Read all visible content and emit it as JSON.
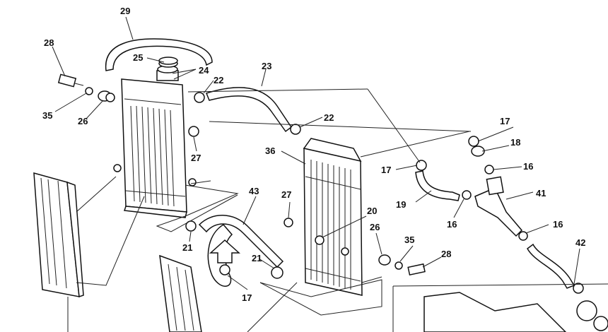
{
  "callouts": [
    {
      "id": "c29",
      "text": "29"
    },
    {
      "id": "c28a",
      "text": "28"
    },
    {
      "id": "c25",
      "text": "25"
    },
    {
      "id": "c24",
      "text": "24"
    },
    {
      "id": "c22a",
      "text": "22"
    },
    {
      "id": "c23",
      "text": "23"
    },
    {
      "id": "c35a",
      "text": "35"
    },
    {
      "id": "c26a",
      "text": "26"
    },
    {
      "id": "c27a",
      "text": "27"
    },
    {
      "id": "c22b",
      "text": "22"
    },
    {
      "id": "c36",
      "text": "36"
    },
    {
      "id": "c43",
      "text": "43"
    },
    {
      "id": "c27b",
      "text": "27"
    },
    {
      "id": "c20",
      "text": "20"
    },
    {
      "id": "c17a",
      "text": "17"
    },
    {
      "id": "c17b",
      "text": "17"
    },
    {
      "id": "c18",
      "text": "18"
    },
    {
      "id": "c16a",
      "text": "16"
    },
    {
      "id": "c41",
      "text": "41"
    },
    {
      "id": "c19",
      "text": "19"
    },
    {
      "id": "c16b",
      "text": "16"
    },
    {
      "id": "c16c",
      "text": "16"
    },
    {
      "id": "c26b",
      "text": "26"
    },
    {
      "id": "c35b",
      "text": "35"
    },
    {
      "id": "c28b",
      "text": "28"
    },
    {
      "id": "c42",
      "text": "42"
    },
    {
      "id": "c21a",
      "text": "21"
    },
    {
      "id": "c21b",
      "text": "21"
    },
    {
      "id": "c17c",
      "text": "17"
    }
  ]
}
